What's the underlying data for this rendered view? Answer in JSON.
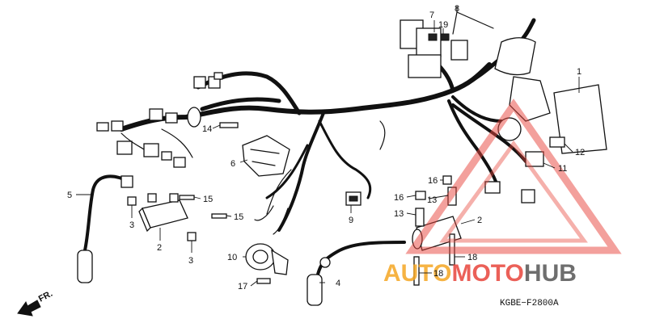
{
  "diagram": {
    "code": "KGBE−F2800A",
    "direction_label": "FR.",
    "callouts": {
      "c1": "1",
      "c2a": "2",
      "c2b": "2",
      "c3a": "3",
      "c3b": "3",
      "c4": "4",
      "c5": "5",
      "c6": "6",
      "c7": "7",
      "c8": "8",
      "c9": "9",
      "c10": "10",
      "c11": "11",
      "c12": "12",
      "c13a": "13",
      "c13b": "13",
      "c14": "14",
      "c15a": "15",
      "c15b": "15",
      "c16a": "16",
      "c16b": "16",
      "c17": "17",
      "c18a": "18",
      "c18b": "18",
      "c19": "19"
    }
  },
  "watermark": {
    "part1": "AUTO",
    "part2": "MOTO",
    "part3": "HUB",
    "colors": {
      "orange": "#f5a623",
      "red": "#e8453c",
      "gray": "#555555"
    }
  }
}
